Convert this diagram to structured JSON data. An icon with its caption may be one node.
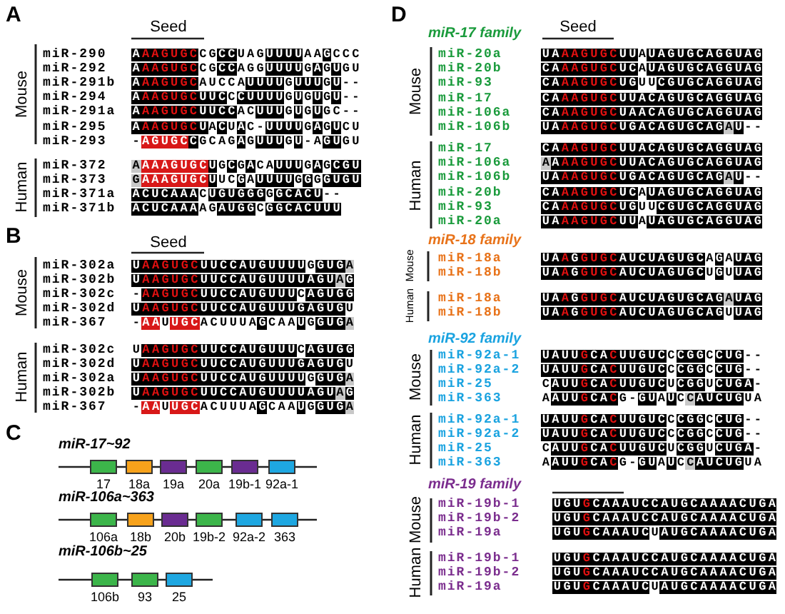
{
  "diagram": {
    "nodes": [
      {
        "text": [
          "17"
        ]
      },
      {
        "text": [
          "18a"
        ]
      },
      {
        "text": [
          "19a"
        ]
      },
      {
        "text": [
          "20a"
        ]
      },
      {
        "text": [
          "19b-1"
        ]
      },
      {
        "text": [
          "92a-1"
        ]
      },
      {
        "text": [
          "106a"
        ]
      },
      {
        "text": [
          "18b"
        ]
      },
      {
        "text": [
          "20b"
        ]
      },
      {
        "text": [
          "19b-2"
        ]
      },
      {
        "text": [
          "92a-2"
        ]
      },
      {
        "text": [
          "363"
        ]
      },
      {
        "text": [
          "106b"
        ]
      },
      {
        "text": [
          "93"
        ]
      },
      {
        "text": [
          "25"
        ]
      }
    ],
    "labels": [
      "A",
      "Seed",
      "Mouse",
      "miR-290",
      "AAAGUGCCGCCUAGUUUUAAGCCC",
      "miR-292",
      "AAAGUGCCGCCAGGUUUUGAGUGU",
      "miR-291b",
      "AAAGUGCAUCCAUUUUGUUUGU--",
      "miR-294",
      "AAAGUGCUUCCCUUUUGUGUGU--",
      "miR-291a",
      "AAAGUGCUUCCACUUUGUGUGC--",
      "miR-295",
      "AAAGUGCUACUAC-UUUUGAGUCU",
      "miR-293",
      "-AGUGCCGCAGAGUUUGU-AGUGU",
      "Human",
      "miR-372",
      "AAAAGUGCUGCGACAUUUGAGCGU",
      "miR-373",
      "GAAAGUGCUUCGAUUUUGGGGUGU",
      "miR-371a",
      "ACUCAAACUGUGGGGGCACU--",
      "miR-371b",
      "ACUCAAAAGAUGGCGGCACUUU",
      "B",
      "Seed",
      "Mouse",
      "miR-302a",
      "UAAGUGCUUCCAUGUUUUGGUGA",
      "miR-302b",
      "UAAGUGCUUCCAUGUUUUAGUAG",
      "miR-302c",
      "-AAGUGCUUCCAUGUUUCAGUGG",
      "miR-302d",
      "UAAGUGCUUCCAUGUUUGAGUGU",
      "miR-367",
      "-AAUUGCACUUUAGCAAUGGUGA",
      "Human",
      "miR-302c",
      "UAAGUGCUUCCAUGUUUCAGUGG",
      "miR-302d",
      "UAAGUGCUUCCAUGUUUGAGUGU",
      "miR-302a",
      "UAAGUGCUUCCAUGUUUUGGUGA",
      "miR-302b",
      "UAAGUGCUUCCAUGUUUUAGUAG",
      "miR-367",
      "-AAUUGCACUUUAGCAAUGGUGA",
      "C",
      "miR-17~92",
      "miR-106a~363",
      "miR-106b~25",
      "D",
      "miR-17 family",
      "Seed",
      "Mouse",
      "miR-20a",
      "UAAAGUGCUUAUAGUGCAGGUAG",
      "miR-20b",
      "CAAAGUGCUCAUAGUGCAGGUAG",
      "miR-93",
      "CAAAGUGCUGUUCGUGCAGGUAG",
      "miR-17",
      "CAAAGUGCUUACAGUGCAGGUAG",
      "miR-106a",
      "CAAAGUGCUAACAGUGCAGGUAG",
      "miR-106b",
      "UAAAGUGCUGACAGUGCAGAU--",
      "Human",
      "miR-17",
      "CAAAGUGCUUACAGUGCAGGUAG",
      "miR-106a",
      "AAAAGUGCUUACAGUGCAGGUAG",
      "miR-106b",
      "UAAAGUGCUGACAGUGCAGAU--",
      "miR-20b",
      "CAAAGUGCUCAUAGUGCAGGUAG",
      "miR-93",
      "CAAAGUGCUGUUCGUGCAGGUAG",
      "miR-20a",
      "UAAAGUGCUUAUAGUGCAGGUAG",
      "miR-18 family",
      "Mouse",
      "miR-18a",
      "UAAGGUGCAUCUAGUGCAGAUAG",
      "miR-18b",
      "UAAGGUGCAUCUAGUGCUGUUAG",
      "Human",
      "miR-18a",
      "UAAGGUGCAUCUAGUGCAGAUAG",
      "miR-18b",
      "UAAGGUGCAUCUAGUGCAGUUAG",
      "miR-92 family",
      "Mouse",
      "miR-92a-1",
      "UAUUGCACUUGUCCCGGCCUG--",
      "miR-92a-2",
      "UAUUGCACUUGUCCCGGCCUG--",
      "miR-25",
      "CAUUGCACUUGUCUCGGUCUGA-",
      "miR-363",
      "AAUUGCACG-GUAUCCAUCUGUA",
      "Human",
      "miR-92a-1",
      "UAUUGCACUUGUCCCGGCCUG--",
      "miR-92a-2",
      "UAUUGCACUUGUCCCGGCCUG--",
      "miR-25",
      "CAUUGCACUUGUCUCGGUCUGA-",
      "miR-363",
      "AAUUGCACG-GUAUCCAUCUGUA",
      "miR-19 family",
      "Mouse",
      "miR-19b-1",
      "UGUGCAAAUCCAUGCAAAACUGA",
      "miR-19b-2",
      "UGUGCAAAUCCAUGCAAAACUGA",
      "miR-19a",
      "UGUGCAAAUCUAUGCAAAACUGA",
      "Human",
      "miR-19b-1",
      "UGUGCAAAUCCAUGCAAAACUGA",
      "miR-19b-2",
      "UGUGCAAAUCCAUGCAAAACUGA",
      "miR-19a",
      "UGUGCAAAUCUAUGCAAAACUGA"
    ]
  }
}
